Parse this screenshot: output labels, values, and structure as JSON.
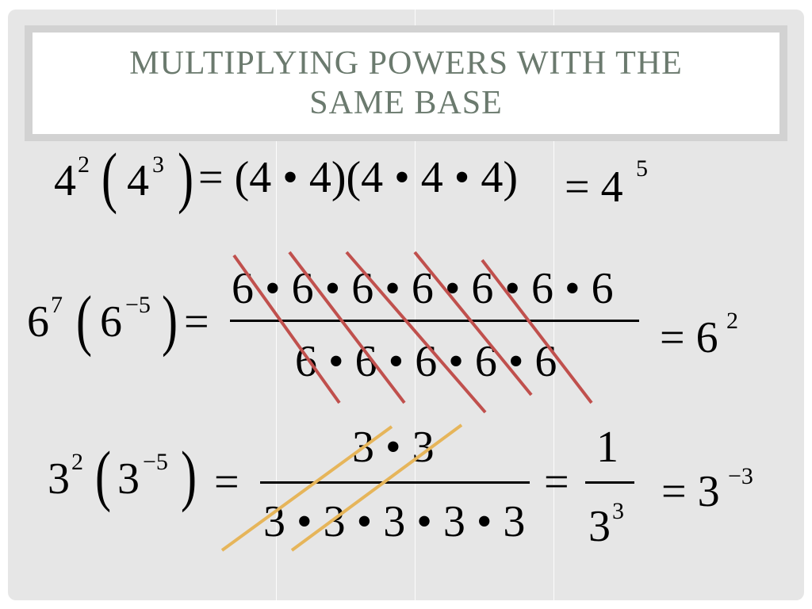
{
  "slide": {
    "title": "MULTIPLYING POWERS WITH THE SAME BASE"
  },
  "eq1": {
    "base_a": "4",
    "exp_a": "2",
    "base_b": "4",
    "exp_b": "3",
    "expansion": "= (4 • 4)(4 • 4 • 4)",
    "result_base": "= 4",
    "result_exp": "5"
  },
  "eq2": {
    "base_a": "6",
    "exp_a": "7",
    "base_b": "6",
    "exp_b": "−5",
    "equals": "=",
    "numerator": "6 • 6 • 6 • 6 • 6 • 6 • 6",
    "denominator": "6 • 6 • 6 • 6 • 6",
    "result_base": "= 6",
    "result_exp": "2"
  },
  "eq3": {
    "base_a": "3",
    "exp_a": "2",
    "base_b": "3",
    "exp_b": "−5",
    "equals": "=",
    "numerator": "3 • 3",
    "denominator": "3 • 3 • 3 • 3 • 3",
    "equals2": "=",
    "frac2_num": "1",
    "frac2_den_base": "3",
    "frac2_den_exp": "3",
    "result_base": "= 3",
    "result_exp": "−3"
  },
  "colors": {
    "background": "#e6e6e6",
    "title": "#6b7a6e",
    "strike_red": "#c0504d",
    "strike_gold": "#e6b55a"
  }
}
